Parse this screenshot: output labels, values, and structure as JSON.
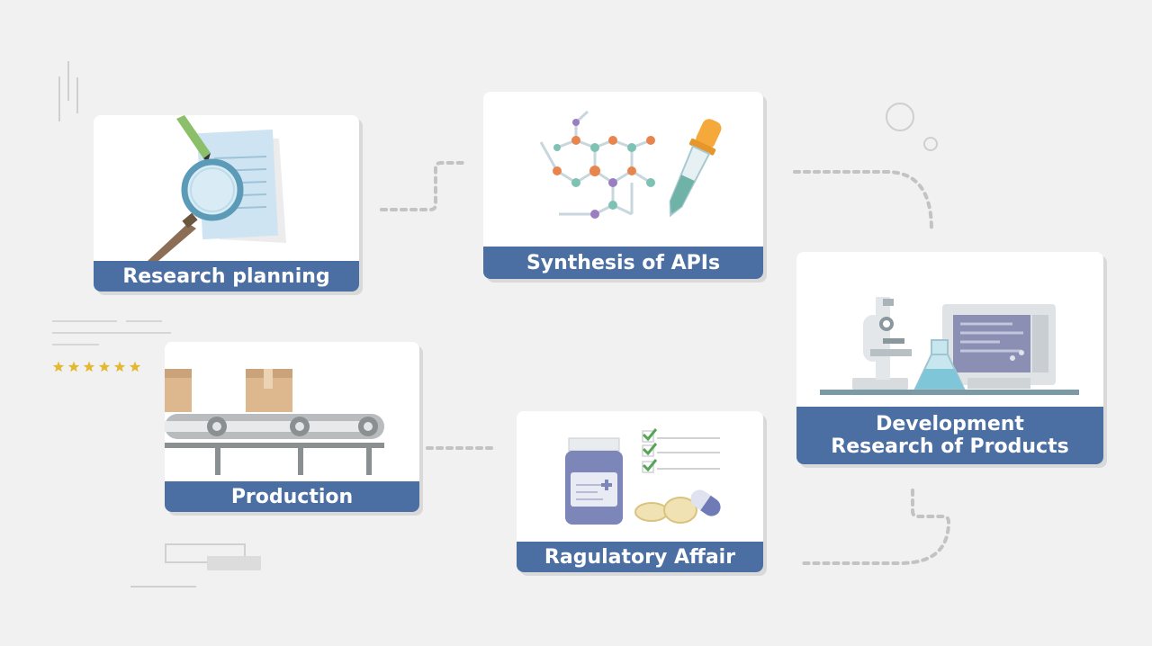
{
  "steps": {
    "research_planning": "Research planning",
    "synthesis": "Synthesis of APIs",
    "development_line1": "Development",
    "development_line2": "Research of Products",
    "production": "Production",
    "regulatory": "Ragulatory Affair"
  },
  "colors": {
    "background": "#f1f1f1",
    "label_bar": "#4b6fa3",
    "connector": "#c3c3c3",
    "star": "#e3b934"
  },
  "decoration": {
    "star_count": 6
  }
}
